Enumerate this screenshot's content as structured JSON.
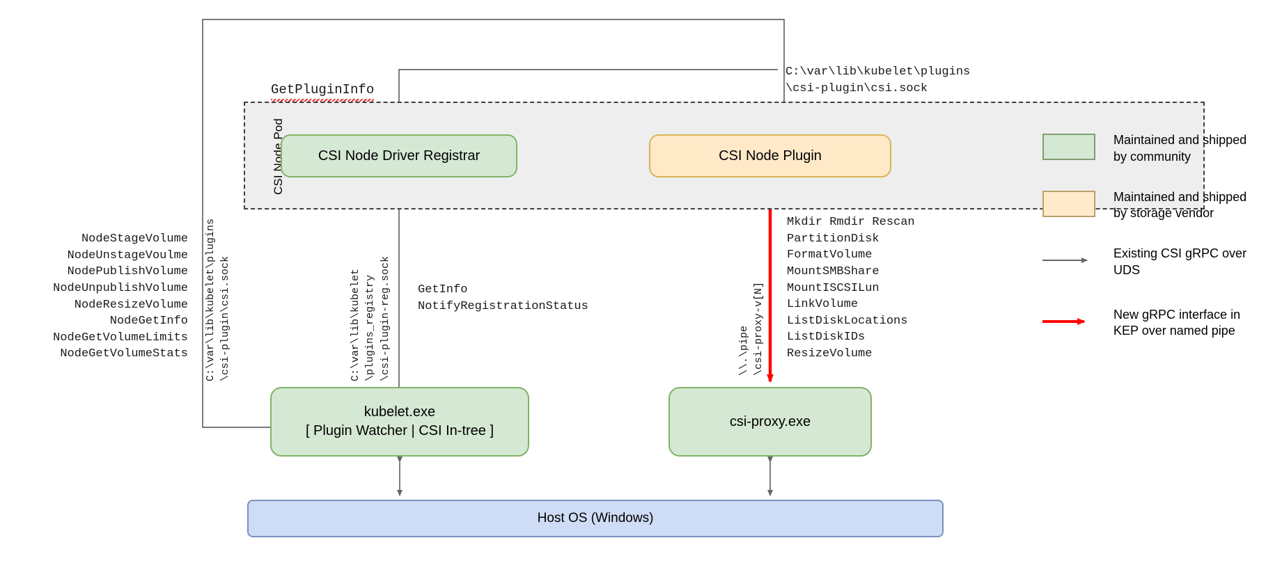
{
  "diagram": {
    "pod": {
      "label": "CSI Node Pod"
    },
    "boxes": {
      "registrar": "CSI Node Driver Registrar",
      "node_plugin": "CSI Node Plugin",
      "kubelet_line1": "kubelet.exe",
      "kubelet_line2": "[ Plugin Watcher | CSI In-tree ]",
      "csi_proxy": "csi-proxy.exe",
      "host_os": "Host OS (Windows)"
    },
    "labels": {
      "get_plugin_info": "GetPluginInfo",
      "csi_sock_path": "C:\\var\\lib\\kubelet\\plugins\n\\csi-plugin\\csi.sock",
      "registrar_calls": "GetInfo\nNotifyRegistrationStatus",
      "kubelet_csi_sock_path": "C:\\var\\lib\\kubelet\\plugins\n\\csi-plugin\\csi.sock",
      "registry_sock_path": "C:\\var\\lib\\kubelet\n\\plugins_registry\n\\csi-plugin-reg.sock",
      "named_pipe_path": "\\\\.\\pipe\n\\csi-proxy-v[N]"
    },
    "node_service_api": "NodeStageVolume\nNodeUnstageVoulme\nNodePublishVolume\nNodeUnpublishVolume\nNodeResizeVolume\nNodeGetInfo\nNodeGetVolumeLimits\nNodeGetVolumeStats",
    "csi_proxy_api": "Mkdir Rmdir Rescan\nPartitionDisk\nFormatVolume\nMountSMBShare\nMountISCSILun\nLinkVolume\nListDiskLocations\nListDiskIDs\nResizeVolume",
    "legend": {
      "community": "Maintained and shipped by community",
      "vendor": "Maintained and shipped by storage vendor",
      "existing_grpc": "Existing CSI gRPC over UDS",
      "new_grpc": "New gRPC interface in KEP over named pipe"
    },
    "colors": {
      "community_green": "#d5e8d4",
      "vendor_beige": "#ffe9c7",
      "host_blue": "#cfdcf5",
      "existing_arrow": "#666666",
      "new_arrow": "#ff0000"
    }
  }
}
